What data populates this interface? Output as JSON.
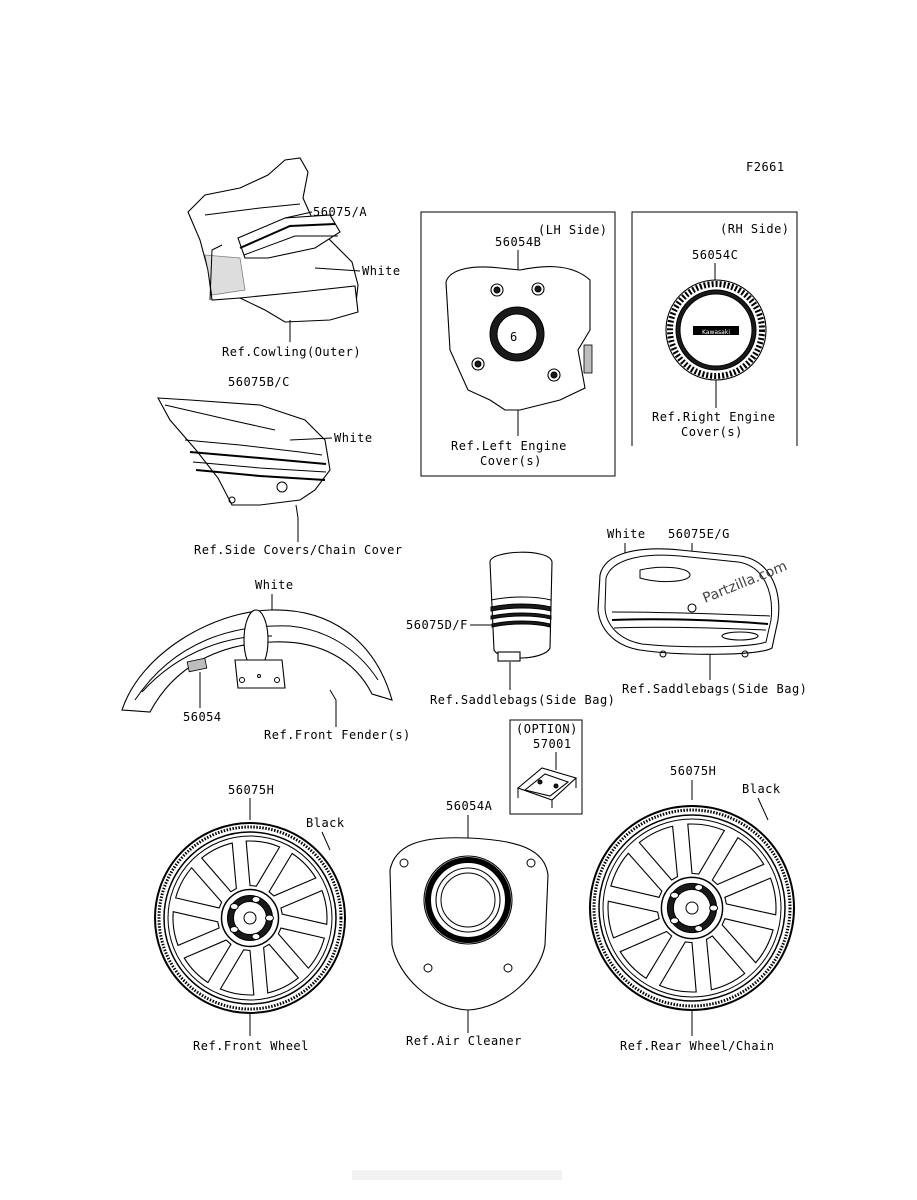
{
  "figure_code": "F2661",
  "panels": {
    "lh_side": "(LH Side)",
    "rh_side": "(RH Side)",
    "option": "(OPTION)"
  },
  "callouts": {
    "p56075A": "56075/A",
    "white_cowling": "White",
    "ref_cowling": "Ref.Cowling(Outer)",
    "p56075BC": "56075B/C",
    "white_side": "White",
    "ref_side": "Ref.Side Covers/Chain Cover",
    "white_fender": "White",
    "p56054": "56054",
    "ref_fender": "Ref.Front Fender(s)",
    "p56054B": "56054B",
    "ref_left_engine_1": "Ref.Left Engine",
    "ref_left_engine_2": "Cover(s)",
    "p56054C": "56054C",
    "ref_right_engine_1": "Ref.Right Engine",
    "ref_right_engine_2": "Cover(s)",
    "p56075DF": "56075D/F",
    "ref_saddlebag_left": "Ref.Saddlebags(Side Bag)",
    "white_saddlebag": "White",
    "p56075EG": "56075E/G",
    "ref_saddlebag_right": "Ref.Saddlebags(Side Bag)",
    "p57001": "57001",
    "p56075H_front": "56075H",
    "black_front": "Black",
    "ref_front_wheel": "Ref.Front Wheel",
    "p56054A": "56054A",
    "ref_air_cleaner": "Ref.Air Cleaner",
    "p56075H_rear": "56075H",
    "black_rear": "Black",
    "ref_rear_wheel": "Ref.Rear Wheel/Chain"
  },
  "badges": {
    "left_engine": "6",
    "right_engine": "Kawasaki"
  },
  "watermark": "Partzilla.com",
  "colors": {
    "ink": "#000000",
    "paper": "#ffffff",
    "fill_grey": "#bdbdbd"
  }
}
